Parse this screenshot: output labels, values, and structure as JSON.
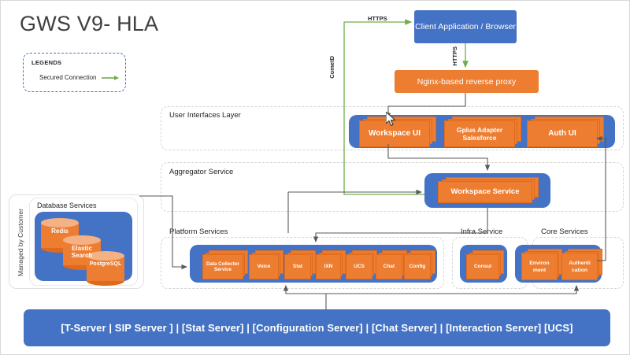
{
  "title": "GWS V9- HLA",
  "colors": {
    "blue": "#4472C4",
    "orange": "#ED7D31",
    "orange_light": "#F4B183",
    "green_arrow": "#70AD47",
    "gray_connector": "#808080",
    "dashed_layer": "#D5D5D5",
    "text_dark": "#404040"
  },
  "legend": {
    "title": "LEGENDS",
    "items": [
      {
        "label": "Secured Connection",
        "marker": "green-arrow"
      }
    ]
  },
  "managed_by": {
    "label": "Managed by Customer"
  },
  "database_services": {
    "title": "Database Services",
    "stores": [
      {
        "name": "Redis"
      },
      {
        "name": "Elastic Search"
      },
      {
        "name": "PostgreSQL"
      }
    ]
  },
  "nodes": {
    "client_app": "Client Application / Browser",
    "nginx": "Nginx-based reverse proxy",
    "workspace_service": "Workspace Service"
  },
  "layers": [
    {
      "id": "user-interfaces-layer",
      "title": "User Interfaces Layer",
      "services": [
        {
          "name": "Workspace UI",
          "stacked": true
        },
        {
          "name": "Gplus Adapter Salesforce",
          "stacked": true
        },
        {
          "name": "Auth UI",
          "stacked": true
        }
      ]
    },
    {
      "id": "aggregator-service",
      "title": "Aggregator Service",
      "services": [
        {
          "name": "Workspace Service",
          "stacked": true
        }
      ]
    },
    {
      "id": "platform-services",
      "title": "Platform Services",
      "services": [
        {
          "name": "Data Collector Service",
          "stacked": true
        },
        {
          "name": "Voice",
          "stacked": true
        },
        {
          "name": "Stat",
          "stacked": true
        },
        {
          "name": "IXN",
          "stacked": true
        },
        {
          "name": "UCS",
          "stacked": true
        },
        {
          "name": "Chat",
          "stacked": true
        },
        {
          "name": "Config",
          "stacked": true
        }
      ]
    },
    {
      "id": "infra-service",
      "title": "Infra Service",
      "services": [
        {
          "name": "Consul",
          "stacked": true
        }
      ]
    },
    {
      "id": "core-services",
      "title": "Core Services",
      "services": [
        {
          "name": "Environ ment",
          "stacked": true
        },
        {
          "name": "Authenti cation",
          "stacked": true
        }
      ]
    }
  ],
  "server_bar": {
    "label": "[T-Server | SIP Server ] | [Stat Server] | [Configuration Server] | [Chat Server] | [Interaction Server] [UCS]"
  },
  "edge_labels": {
    "cometd": "CometD",
    "https_top": "HTTPS",
    "https_vertical": "HTTPS"
  }
}
